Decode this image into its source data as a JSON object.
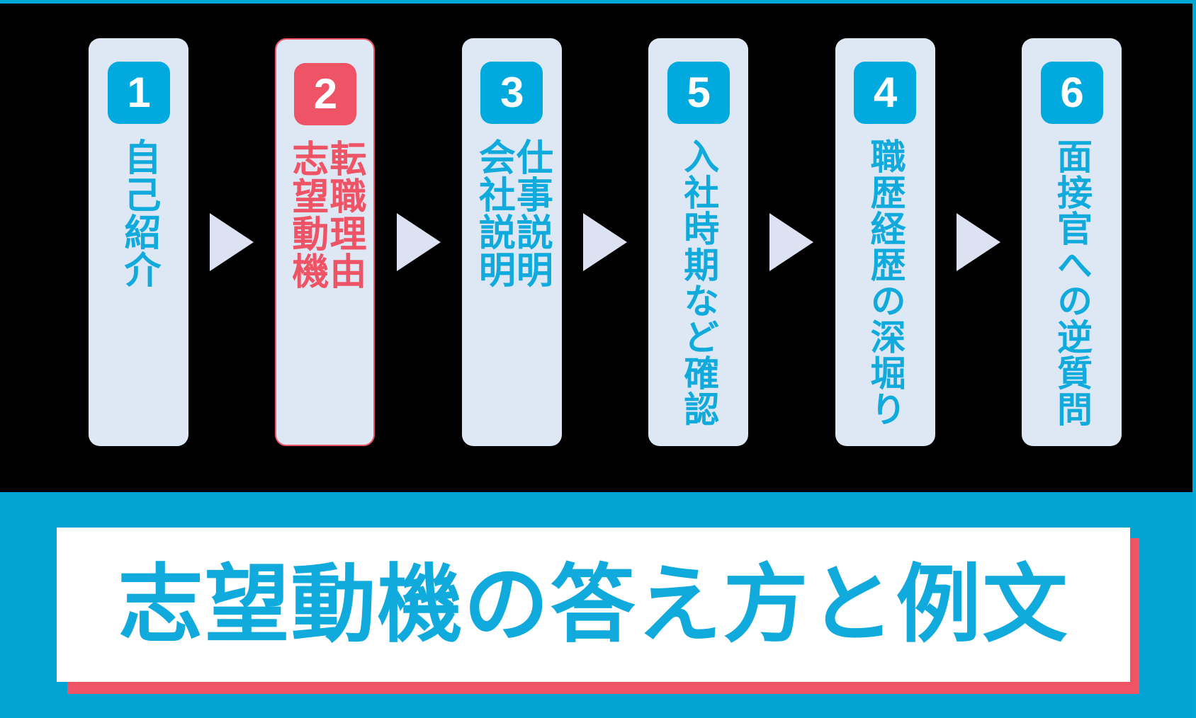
{
  "theme": {
    "background": "#000000",
    "accent_cyan": "#00aade",
    "accent_red": "#ef5366",
    "card_fill": "#dde8f4",
    "banner_cyan": "#03a4d4",
    "arrow_fill": "#dde2f2",
    "title_white": "#ffffff"
  },
  "flow": {
    "steps": [
      {
        "number": "1",
        "lines": [
          "自己紹介"
        ],
        "highlight": false,
        "badge_color": "#00aade"
      },
      {
        "number": "2",
        "lines": [
          "転職理由",
          "志望動機"
        ],
        "highlight": true,
        "badge_color": "#ef5366"
      },
      {
        "number": "3",
        "lines": [
          "仕事説明",
          "会社説明"
        ],
        "highlight": false,
        "badge_color": "#00aade"
      },
      {
        "number": "5",
        "lines": [
          "入社時期など確認"
        ],
        "highlight": false,
        "badge_color": "#00aade"
      },
      {
        "number": "4",
        "lines": [
          "職歴経歴の深堀り"
        ],
        "highlight": false,
        "badge_color": "#00aade"
      },
      {
        "number": "6",
        "lines": [
          "面接官への逆質問"
        ],
        "highlight": false,
        "badge_color": "#00aade"
      }
    ],
    "separator_icon": "triangle-right-icon"
  },
  "banner": {
    "title": "志望動機の答え方と例文"
  }
}
